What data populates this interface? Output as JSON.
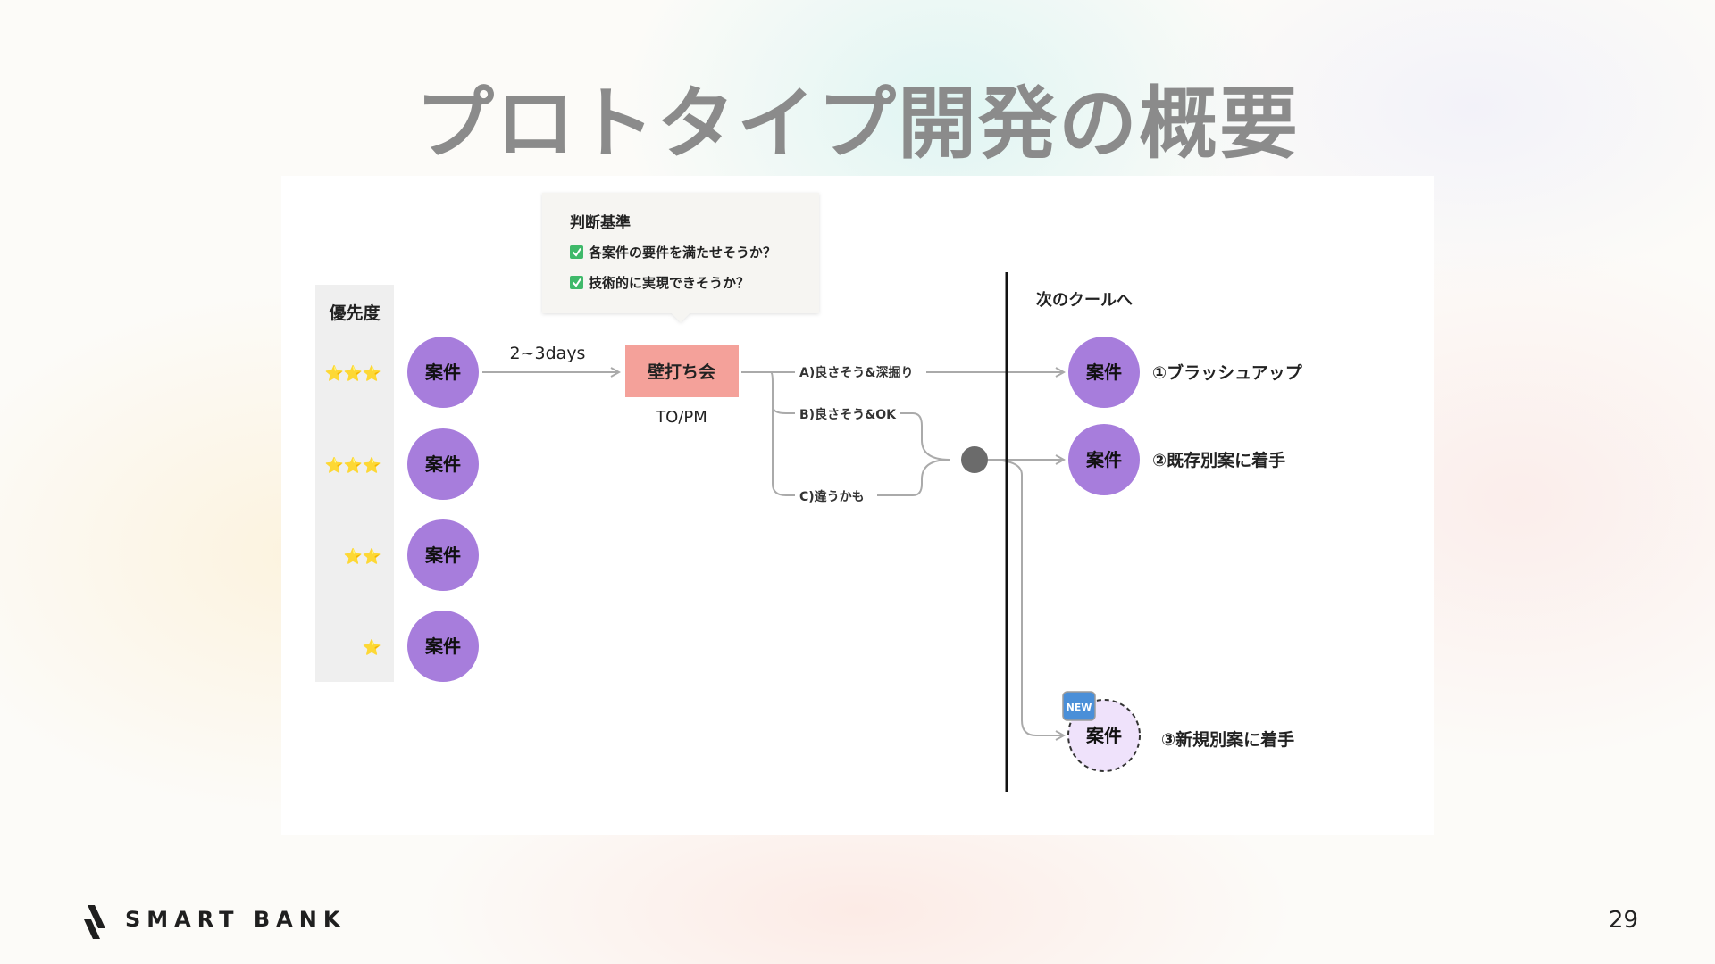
{
  "slide": {
    "title": "プロトタイプ開発の概要",
    "page_number": "29"
  },
  "brand": {
    "name": "SMART BANK",
    "logo_icon": "smartbank-stripes-icon"
  },
  "diagram": {
    "priority_header": "優先度",
    "priority_rows": [
      {
        "stars": "⭐⭐⭐",
        "case_label": "案件"
      },
      {
        "stars": "⭐⭐⭐",
        "case_label": "案件"
      },
      {
        "stars": "⭐⭐",
        "case_label": "案件"
      },
      {
        "stars": "⭐",
        "case_label": "案件"
      }
    ],
    "duration_label": "2~3days",
    "session_label": "壁打ち会",
    "session_owner": "TO/PM",
    "criteria": {
      "title": "判断基準",
      "items": [
        "各案件の要件を満たせそうか？",
        "技術的に実現できそうか？"
      ],
      "check_icon": "check-box-icon"
    },
    "branches": [
      "A)良さそう&深掘り",
      "B)良さそう&OK",
      "C)違うかも"
    ],
    "next_cool_label": "次のクールへ",
    "outcomes": [
      {
        "case_label": "案件",
        "label": "①ブラッシュアップ"
      },
      {
        "case_label": "案件",
        "label": "②既存別案に着手"
      },
      {
        "case_label": "案件",
        "label": "③新規別案に着手",
        "badge": "NEW"
      }
    ],
    "colors": {
      "case_fill": "#a77ddc",
      "new_case_fill": "#efe2fb",
      "session_fill": "#f4a19a",
      "priority_bg": "#efefef",
      "criteria_bg": "#f6f5f2",
      "connector": "#aaaaaa",
      "merge_dot": "#6b6b6b",
      "new_badge": "#4a8fd8"
    }
  }
}
